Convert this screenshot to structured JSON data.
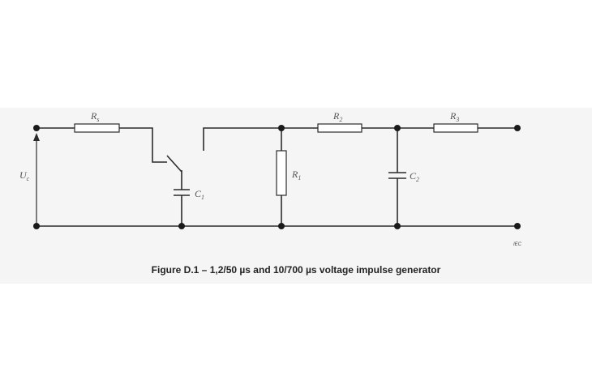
{
  "figure": {
    "caption": "Figure D.1 – 1,2/50 µs and 10/700 µs voltage impulse generator",
    "watermark": "IEC"
  },
  "labels": {
    "Rs": {
      "main": "R",
      "sub": "s"
    },
    "Uc": {
      "main": "U",
      "sub": "c"
    },
    "C1": {
      "main": "C",
      "sub": "1"
    },
    "R1": {
      "main": "R",
      "sub": "1"
    },
    "R2": {
      "main": "R",
      "sub": "2"
    },
    "C2": {
      "main": "C",
      "sub": "2"
    },
    "R3": {
      "main": "R",
      "sub": "3"
    }
  }
}
